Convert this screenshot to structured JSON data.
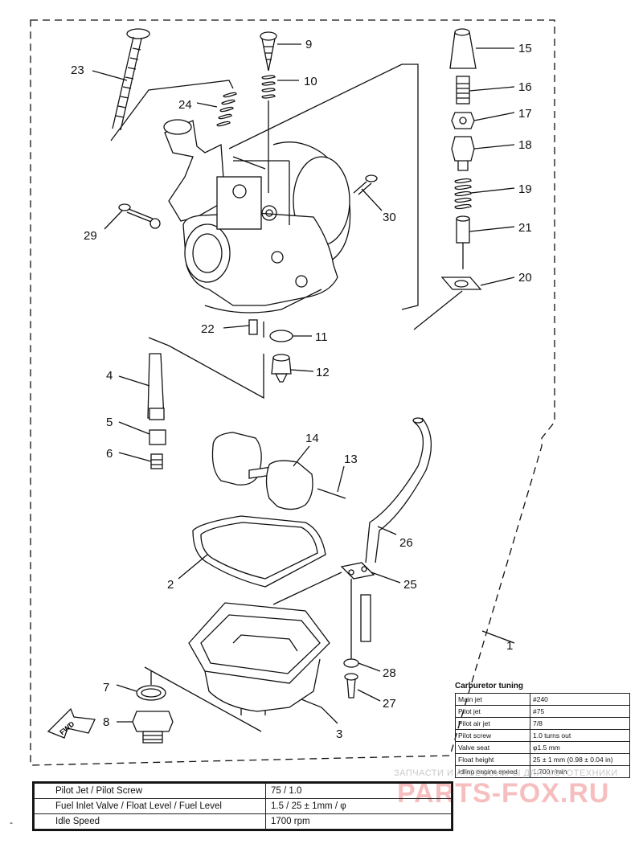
{
  "callouts": {
    "c1": "1",
    "c2": "2",
    "c3": "3",
    "c4": "4",
    "c5": "5",
    "c6": "6",
    "c7": "7",
    "c8": "8",
    "c9": "9",
    "c10": "10",
    "c11": "11",
    "c12": "12",
    "c13": "13",
    "c14": "14",
    "c15": "15",
    "c16": "16",
    "c17": "17",
    "c18": "18",
    "c19": "19",
    "c20": "20",
    "c21": "21",
    "c22": "22",
    "c23": "23",
    "c24": "24",
    "c25": "25",
    "c26": "26",
    "c27": "27",
    "c28": "28",
    "c29": "29",
    "c30": "30"
  },
  "fwd_label": "FWD",
  "tuning": {
    "title": "Carburetor tuning",
    "rows": [
      {
        "key": "Main jet",
        "value": "#240"
      },
      {
        "key": "Pilot jet",
        "value": "#75"
      },
      {
        "key": "Pilot air jet",
        "value": "7/8"
      },
      {
        "key": "Pilot screw",
        "value": "1.0 turns out"
      },
      {
        "key": "Valve seat",
        "value": "φ1.5 mm"
      },
      {
        "key": "Float height",
        "value": "25 ± 1 mm (0.98 ± 0.04 in)"
      },
      {
        "key": "Idling engine speed",
        "value": "1,700 r/min"
      }
    ]
  },
  "specs": {
    "rows": [
      {
        "label": "Pilot Jet / Pilot Screw",
        "value": "75 / 1.0"
      },
      {
        "label": "Fuel Inlet Valve / Float Level / Fuel Level",
        "value": "1.5 / 25 ± 1mm / φ"
      },
      {
        "label": "Idle Speed",
        "value": "1700 rpm"
      }
    ]
  },
  "watermark": {
    "subtitle": "ЗАПЧАСТИ И АКСЕССУАРЫ ДЛЯ МОТОТЕХНИКИ",
    "brand": "PARTS-FOX.RU"
  },
  "margin_mark": "-"
}
